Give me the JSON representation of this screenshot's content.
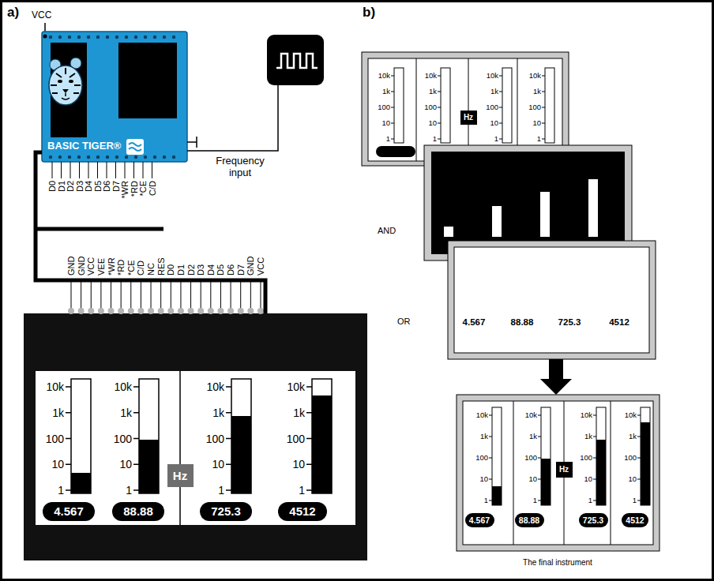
{
  "diagram": {
    "nodes": [
      {
        "text": [
          "BASIC TIGER®"
        ]
      },
      {
        "text": [
          "10k",
          "1k",
          "100",
          "10",
          "1",
          "10k",
          "1k",
          "100",
          "10",
          "1",
          "10k",
          "1k",
          "100",
          "10",
          "1",
          "10k",
          "1k",
          "100",
          "10",
          "1"
        ]
      },
      {
        "text": [
          "Hz"
        ],
        "in": 1
      },
      {
        "text": [
          "4.567"
        ],
        "in": 1
      },
      {
        "text": [
          "88.88"
        ],
        "in": 1
      },
      {
        "text": [
          "725.3"
        ],
        "in": 1
      },
      {
        "text": [
          "4512"
        ],
        "in": 1
      },
      {
        "text": [
          "10k",
          "1k",
          "100",
          "10",
          "1",
          "10k",
          "1k",
          "100",
          "10",
          "1",
          "10k",
          "1k",
          "100",
          "10",
          "1",
          "10k",
          "1k",
          "100",
          "10",
          "1"
        ]
      },
      {
        "text": [
          "Hz"
        ],
        "in": 7
      },
      {
        "text": [
          "4.567",
          "88.88",
          "725.3",
          "4512"
        ]
      },
      {
        "text": [
          "10k",
          "1k",
          "100",
          "10",
          "1",
          "10k",
          "1k",
          "100",
          "10",
          "1",
          "10k",
          "1k",
          "100",
          "10",
          "1",
          "10k",
          "1k",
          "100",
          "10",
          "1",
          "The final instrument"
        ]
      },
      {
        "text": [
          "Hz"
        ],
        "in": 10
      },
      {
        "text": [
          "4.567"
        ],
        "in": 10
      },
      {
        "text": [
          "88.88"
        ],
        "in": 10
      },
      {
        "text": [
          "725.3"
        ],
        "in": 10
      },
      {
        "text": [
          "4512"
        ],
        "in": 10
      }
    ],
    "edges": [
      {
        "from": 0,
        "to": 1,
        "arrow": "none"
      },
      {
        "from": 9,
        "to": 10,
        "arrow": "to"
      }
    ],
    "labels": [
      "a)",
      "VCC",
      "D0",
      "D1",
      "D2",
      "D3",
      "D4",
      "D5",
      "D6",
      "D7",
      "*WR",
      "*RD",
      "*CE",
      "C/D",
      "Frequency input",
      "GND",
      "GND",
      "VCC",
      "VEE",
      "*WR",
      "*RD",
      "*CE",
      "C/D",
      "NC",
      "RES",
      "D0",
      "D1",
      "D2",
      "D3",
      "D4",
      "D5",
      "D6",
      "D7",
      "GND",
      "VCC",
      "b)",
      "AND",
      "OR"
    ]
  }
}
